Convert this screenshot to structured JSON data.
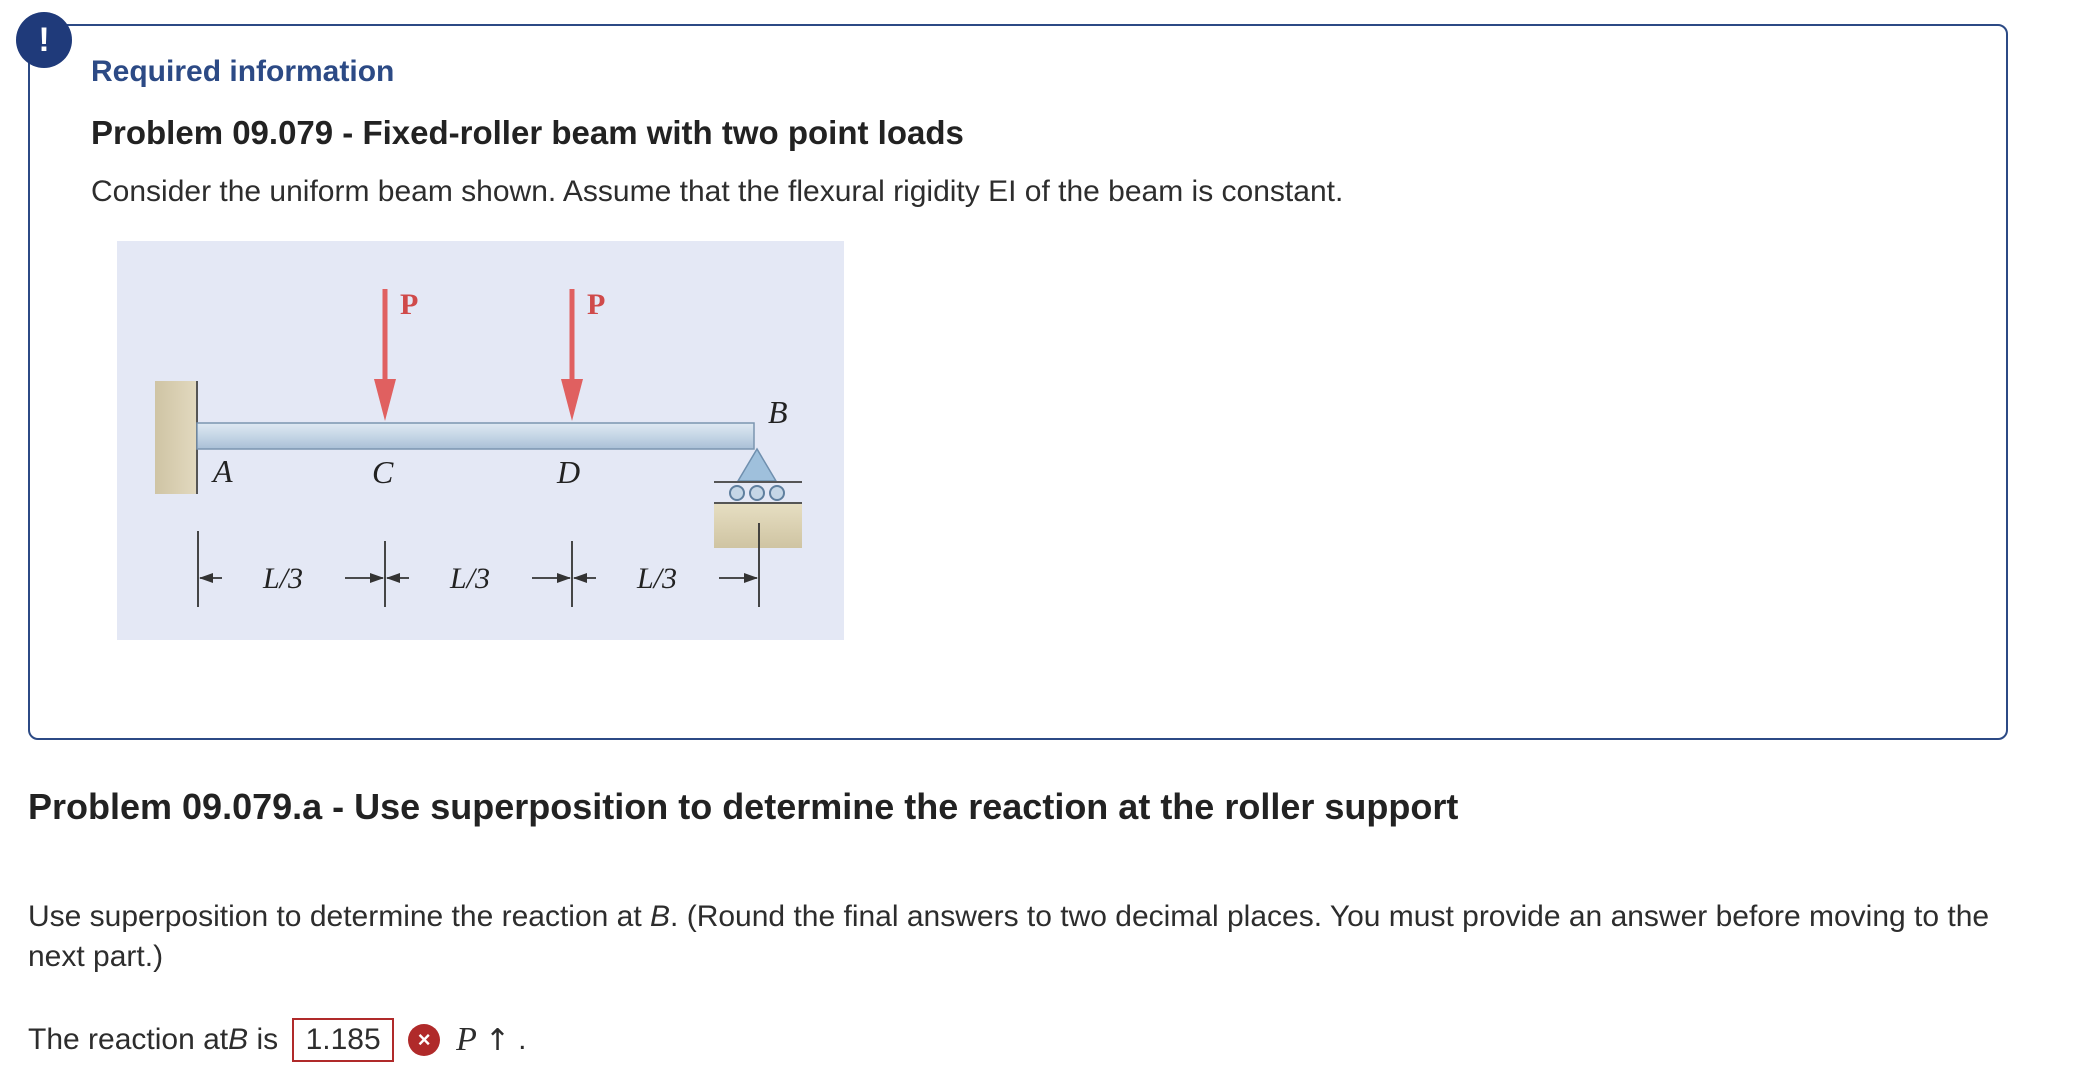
{
  "alert": {
    "icon_glyph": "!"
  },
  "info": {
    "required_label": "Required information",
    "problem_title": "Problem 09.079 - Fixed-roller beam with two point loads",
    "description": "Consider the uniform beam shown. Assume that the flexural rigidity EI of the beam is constant."
  },
  "figure": {
    "load_labels": [
      "P",
      "P"
    ],
    "point_labels": {
      "A": "A",
      "C": "C",
      "D": "D",
      "B": "B"
    },
    "dimension_labels": [
      "L/3",
      "L/3",
      "L/3"
    ],
    "colors": {
      "background": "#e4e8f5",
      "wall": "#d8ceb0",
      "beam": "#c5d6e6",
      "load_arrow": "#e06060",
      "support": "#9fc0dc",
      "ground": "#d6cca8"
    }
  },
  "part": {
    "title": "Problem 09.079.a - Use superposition to determine the reaction at the roller support",
    "instruction_before": "Use superposition to determine the reaction at ",
    "instruction_var": "B",
    "instruction_after": ". (Round the final answers to two decimal places. You must provide an answer before moving to the next part.)"
  },
  "answer": {
    "prefix": "The reaction at ",
    "var": "B",
    "suffix": " is",
    "value": "1.185",
    "status": "incorrect",
    "status_glyph": "×",
    "unit": "P",
    "direction_glyph": "↑",
    "period": "."
  }
}
